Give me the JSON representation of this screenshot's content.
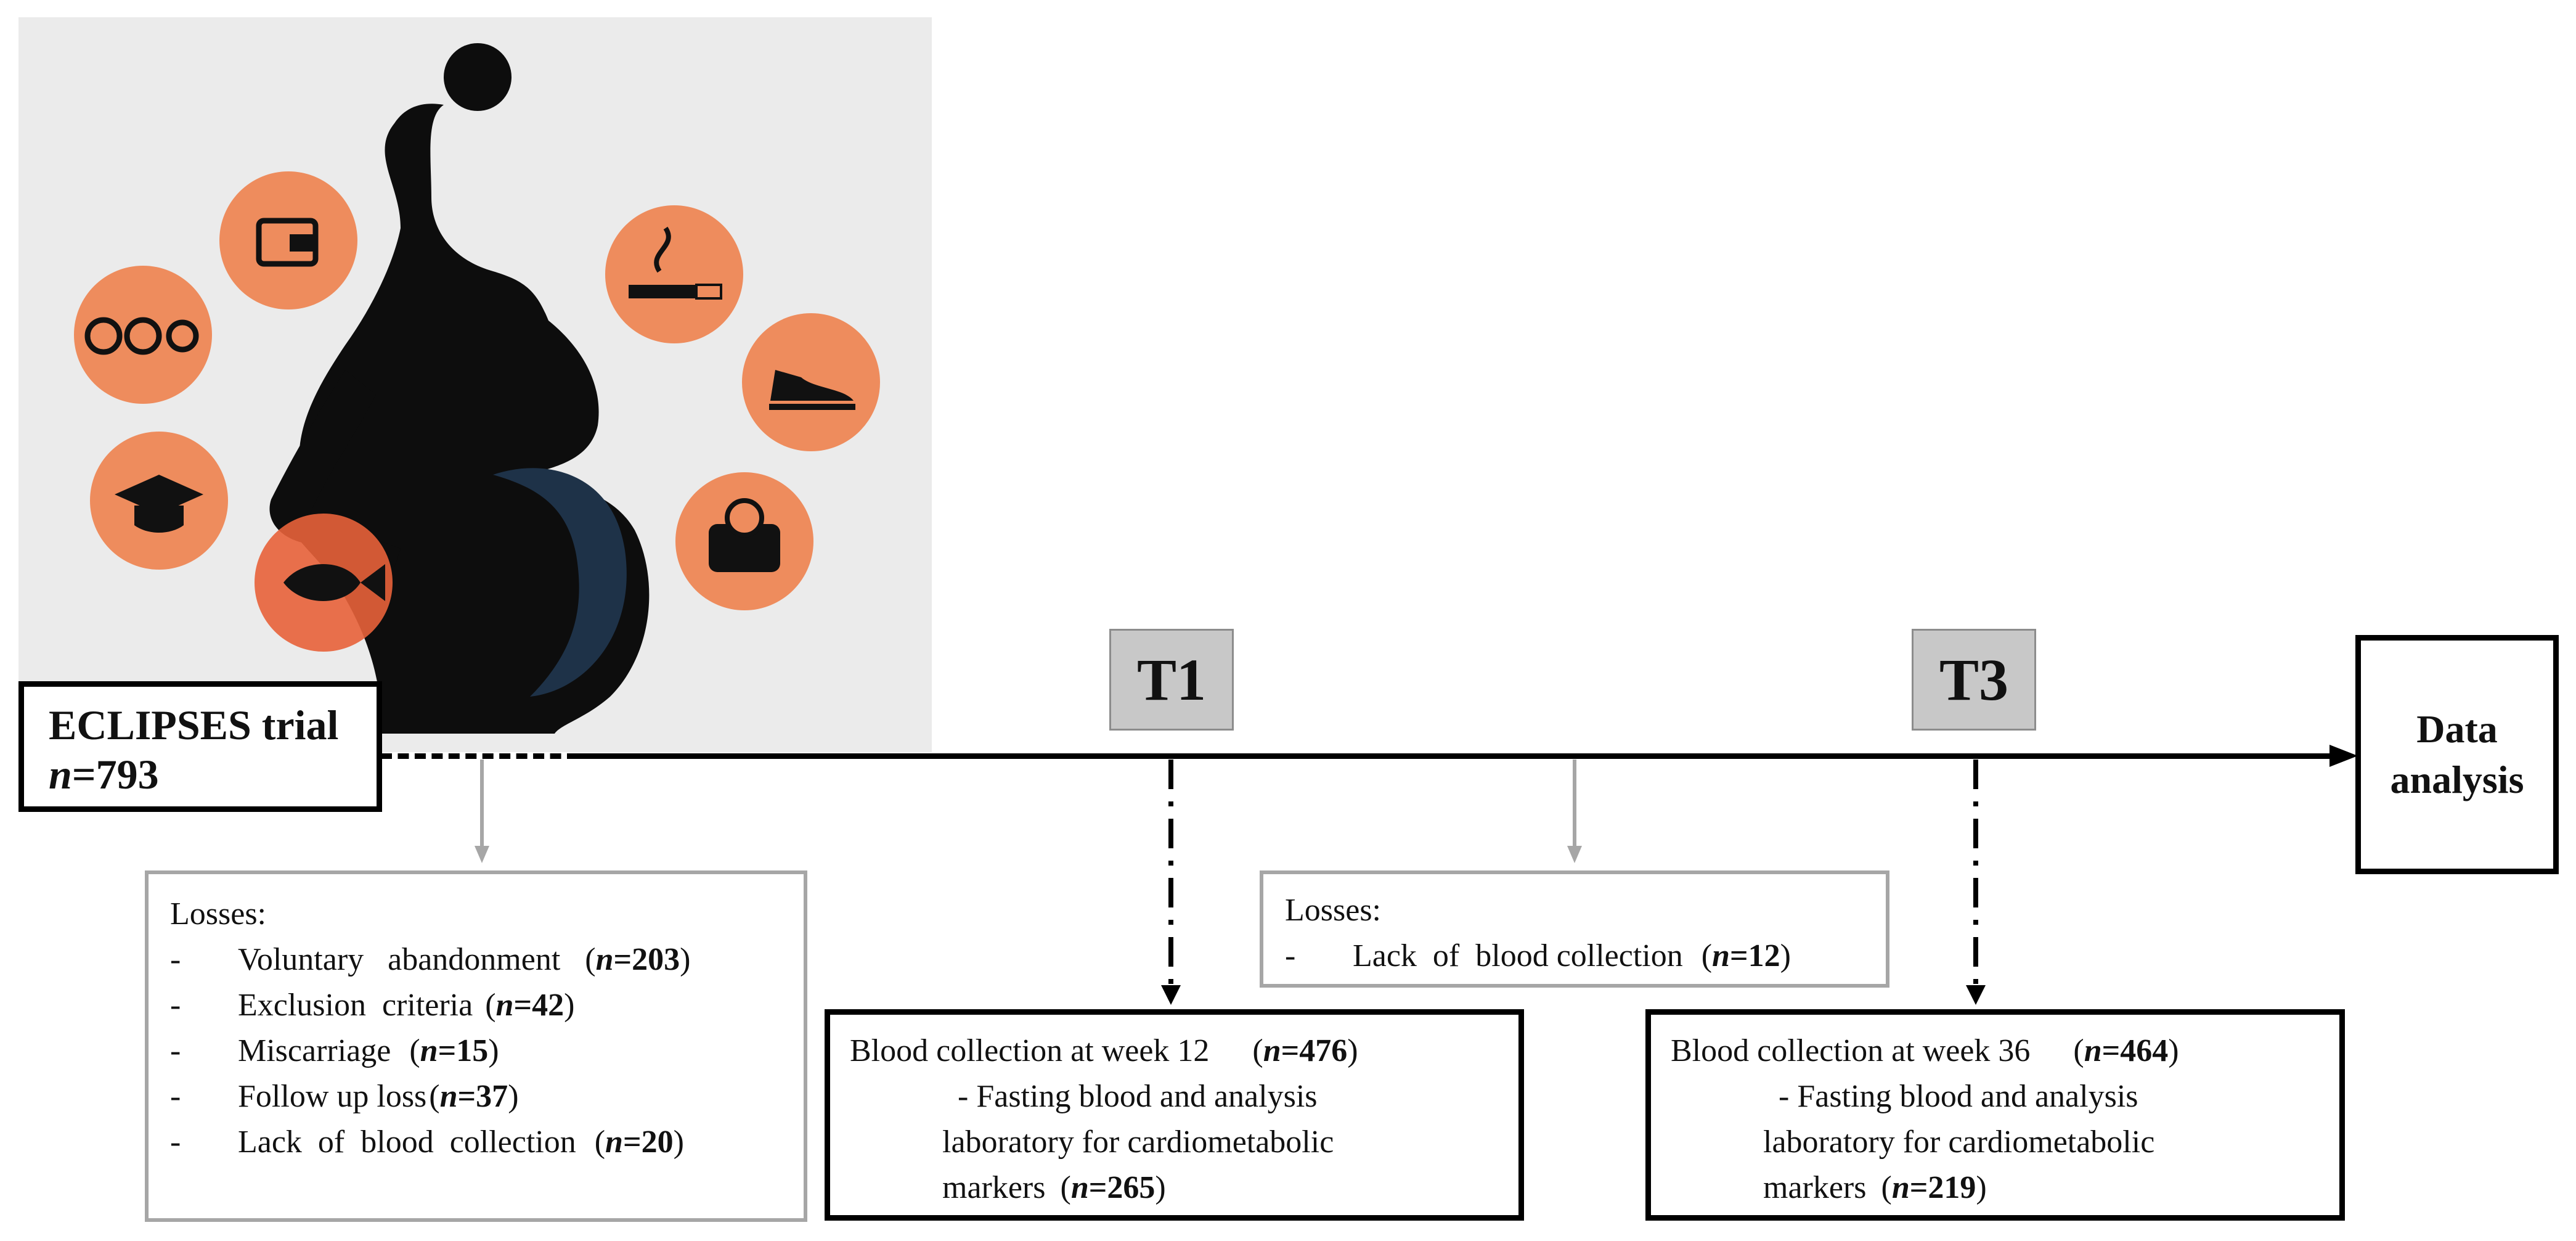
{
  "start": {
    "title": "ECLIPSES trial",
    "n_label": "n",
    "n_value": "=793"
  },
  "timepoints": [
    {
      "label": "T1"
    },
    {
      "label": "T3"
    }
  ],
  "end": {
    "line1": "Data",
    "line2": "analysis"
  },
  "losses1": {
    "title": "Losses:",
    "items": [
      {
        "label": "Voluntary   abandonment",
        "n": "n",
        "value": "=203"
      },
      {
        "label": "Exclusion  criteria",
        "n": "n",
        "value": "=42"
      },
      {
        "label": "Miscarriage",
        "n": "n",
        "value": "=15"
      },
      {
        "label": "Follow up loss",
        "n": "n",
        "value": "=37"
      },
      {
        "label": "Lack  of  blood  collection",
        "n": "n",
        "value": "=20"
      }
    ]
  },
  "losses2": {
    "title": "Losses:",
    "items": [
      {
        "label": "Lack  of  blood collection",
        "n": "n",
        "value": "=12"
      }
    ]
  },
  "week12": {
    "heading": "Blood collection at week 12",
    "n": "n",
    "value": "=476",
    "line1": "- Fasting blood and analysis",
    "line2": "laboratory for cardiometabolic",
    "line3_prefix": "markers",
    "sub_n": "n",
    "sub_value": "=265"
  },
  "week36": {
    "heading": "Blood collection at week 36",
    "n": "n",
    "value": "=464",
    "line1": "- Fasting blood and analysis",
    "line2": "laboratory for cardiometabolic",
    "line3_prefix": "markers",
    "sub_n": "n",
    "sub_value": "=219"
  },
  "colors": {
    "accent_orange": "#ee8c5d",
    "silhouette": "#0d0d0d",
    "belly": "#1e3248",
    "panel_bg": "#ebebeb",
    "tbox_fill": "#c8c8c8"
  },
  "icons": [
    "family-icon",
    "wallet-icon",
    "graduation-cap-icon",
    "fish-icon",
    "cigarette-icon",
    "sneaker-icon",
    "weight-scale-icon"
  ]
}
